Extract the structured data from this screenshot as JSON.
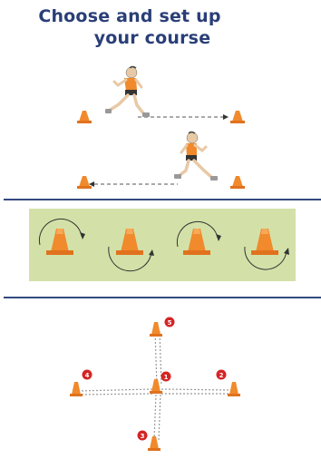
{
  "title": {
    "line1": "Choose and set up",
    "line2": "your course"
  },
  "colors": {
    "title": "#2a3f78",
    "cone": "#f08a2c",
    "divider": "#334a80",
    "panel": "#d3e1a8",
    "marker": "#d42424"
  },
  "icons": [
    "runner-icon",
    "cone-icon",
    "arrow-icon",
    "rotation-arrow-icon",
    "number-marker-icon"
  ],
  "markers": {
    "center": "1",
    "right": "2",
    "bottom": "3",
    "left": "4",
    "top": "5"
  }
}
